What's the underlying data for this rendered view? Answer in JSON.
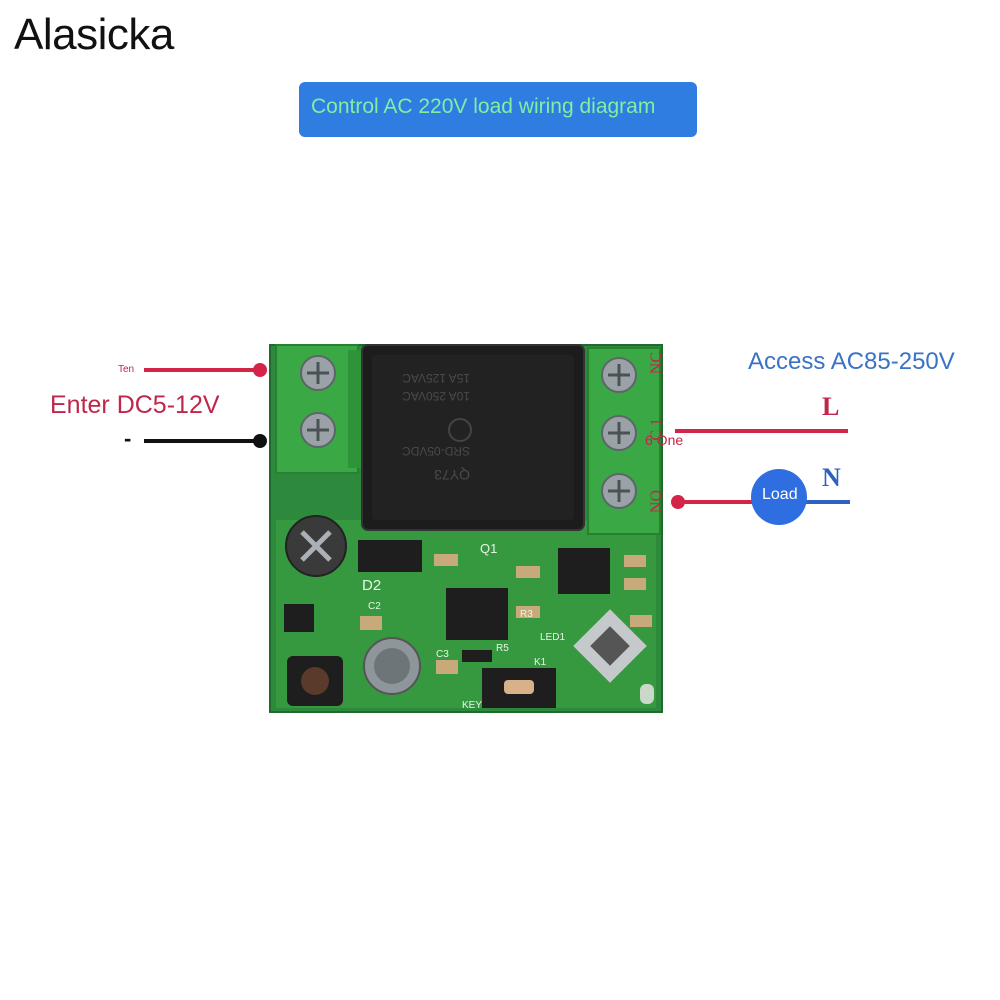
{
  "brand": "Alasicka",
  "title": "Control AC 220V load wiring diagram",
  "dc_input": {
    "label": "Enter DC5-12V",
    "positive": "Ten",
    "negative": "-"
  },
  "ac_input": {
    "label": "Access AC85-250V",
    "line": "L",
    "neutral": "N"
  },
  "terminals": {
    "nc": "NC",
    "com": "C 1",
    "no": "NO"
  },
  "com_note": "6 One",
  "load": "Load",
  "board_labels": {
    "q1": "Q1",
    "d2": "D2",
    "key": "KEY",
    "r3": "R3",
    "led": "LED1",
    "c2": "C2",
    "c3": "C3",
    "r5": "R5",
    "k1": "K1"
  },
  "relay_text": [
    "QY73",
    "SRD-05VDC",
    "10A 250VAC",
    "15A 125VAC"
  ],
  "colors": {
    "title_bg": "#2f7de1",
    "title_text": "#7ef0a0",
    "red_wire": "#d42447",
    "blue_wire": "#2f62c0",
    "pcb": "#2d8a3c",
    "terminal": "#3aa845",
    "relay": "#1a1a1a",
    "load_circle": "#2f6ee0"
  }
}
